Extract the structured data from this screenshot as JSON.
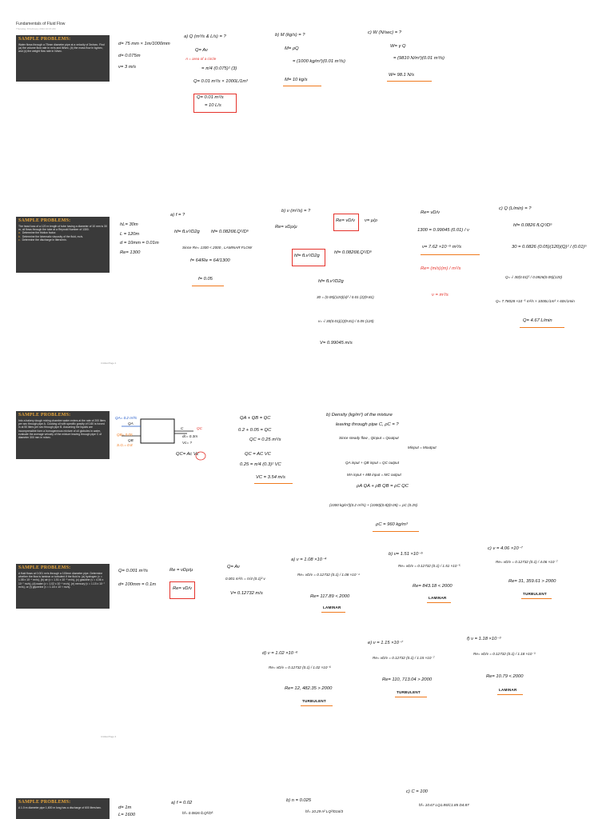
{
  "page": {
    "title": "Fundamentals of Fluid Flow",
    "subtitle": "Thursday, 8 February 2024   10:15 AM"
  },
  "problems": [
    {
      "heading": "SAMPLE PROBLEMS:",
      "text": "Water flows through a 75mm diameter pipe at a velocity of 3m/sec. Find (a) the volume flow rate in m³/s and lit/sec, (b) the mass flow in kg/sec, and (c) the weight flow rate in N/sec.",
      "items": []
    },
    {
      "heading": "SAMPLE PROBLEMS:",
      "text": "The head loss of a 120 m length of tube having a diameter of 10 mm is 30 m, oil flows through the tube at a Reynold Number of 1300.",
      "items": [
        {
          "label": "a.",
          "text": "Determine the friction factor."
        },
        {
          "label": "b.",
          "text": "Determine the kinematic viscosity of the fluid, m²/s."
        },
        {
          "label": "c.",
          "text": "Determine the discharge in liters/min."
        }
      ]
    },
    {
      "heading": "SAMPLE PROBLEMS:",
      "text": "Into a bakery dough mixing chamber water enters at the rate of 200 liters per sec through pipe A. Cooking oil with specific gravity of 0.80 is forced in at 50 liters per sec through pipe B. Assuming the liquids are incompressible form a homogeneous mixture of oil globules in water, evaluate the average velocity of the mixture leaving through pipe C of diameter 300 mm in m/sec.",
      "items": []
    },
    {
      "heading": "SAMPLE PROBLEMS:",
      "text": "A fluid flows at 0.001 m³/s through a 100mm diameter pipe. Determine whether the flow is laminar or turbulent if the fluid is: (a) hydrogen (ν = 1.08 x 10⁻⁴ m²/s), (b) air (ν = 1.51 x 10⁻⁵ m²/s), (c) gasoline (ν = 4.06 x 10⁻⁷ m²/s), (d) water (ν = 1.02 x 10⁻⁶ m²/s), (e) mercury (ν = 1.15 x 10⁻⁷ m²/s), or (f) glycerine (ν = 1.18 x 10⁻³ m²/s).",
      "items": []
    },
    {
      "heading": "SAMPLE PROBLEMS:",
      "text": "A 1.0 m diameter pipe 1,600 m long has a discharge of 600 liters/sec.",
      "items": []
    }
  ],
  "footers": [
    "Untitled Page 2",
    "Untitled Page 3"
  ],
  "work": {
    "p1": {
      "givens": [
        "d= 75 mm × 1m/1000mm",
        "d= 0.075m",
        "v= 3 m/s"
      ],
      "a": [
        "a) Q (m³/s & L/s) = ?",
        "Q= Av",
        "= π/4 (0.075)² (3)",
        "Q= 0.01 m³/s × 1000L/1m³",
        "Q= 0.01 m³/s",
        "= 10 L/s"
      ],
      "a_note": "A = area of a circle",
      "b": [
        "b) M (kg/s) = ?",
        "M= ρQ",
        "= (1000 kg/m³)(0.01 m³/s)",
        "M= 10 kg/s"
      ],
      "c": [
        "c) W (N/sec) = ?",
        "W= γ Q",
        "= (9810 N/m³)(0.01 m³/s)",
        "W= 98.1 N/s"
      ]
    },
    "p2": {
      "givens": [
        "hL= 30m",
        "L = 120m",
        "d = 10mm = 0.01m",
        "Re= 1300"
      ],
      "a": [
        "a) f = ?",
        "hf= fLv²/D2g",
        "hf= 0.0826fLQ²/D⁵",
        "Since Re= 1300 < 2000 , LAMINAR FLOW",
        "f= 64/Re = 64/1300",
        "f= 0.05"
      ],
      "b": [
        "b) ν (m²/s) = ?",
        "Re= vDρ/μ",
        "Re= vD/ν",
        "ν= μ/ρ",
        "hf= fLv²/D2g",
        "hf= 0.0826fLQ²/D⁵",
        "hf= fLv²/D2g",
        "30 = (0.05)(120)(v)² / 0.01 (2)(9.81)",
        "v= √ 30(0.01)(2)(9.81) / 0.05 (120)",
        "V= 0.99045 m/s"
      ],
      "b2": [
        "Re= vD/ν",
        "1300 = 0.99045 (0.01) / ν",
        "ν= 7.62 ×10⁻⁶ m²/s",
        "Re= (m/s)(m) / m²/s",
        "ν = m²/s"
      ],
      "c": [
        "c) Q (L/min) = ?",
        "hf= 0.0826 fLQ²/D⁵",
        "30 = 0.0826 (0.05)(120)(Q)² / (0.01)⁵",
        "Q= √ 30(0.01)⁵ / 0.0826(0.05)(120)",
        "Q= 7.78028 ×10⁻⁵ m³/s × 1000L/1m³ × 60s/1min",
        "Q= 4.67 L/min"
      ]
    },
    "p3": {
      "diagram": [
        "QA= 0.2 m³/s",
        "QB= 0.05",
        "S.G.= 0.8",
        "C",
        "QC",
        "dc= 0.3m",
        "Vc= ?",
        "QA",
        "QB",
        "QC= Ac Vc"
      ],
      "a": [
        "QA + QB = QC",
        "0.2 + 0.05 = QC",
        "QC = 0.25 m³/s",
        "QC = AC VC",
        "0.25 = π/4 (0.3)² VC",
        "VC = 3.54 m/s"
      ],
      "b": [
        "b) Density (kg/m³) of the mixture",
        "leaving through pipe C, ρC = ?",
        "Since steady flow , Qinput = Qoutput",
        "Minput = Moutput",
        "QA input + QB input = QC output",
        "MA input + MB input = MC output",
        "ρA QA + ρB QB = ρC QC",
        "(1000 kg/m³)(0.2 m³/s) + (1000)(0.8)(0.05) = ρC (0.25)",
        "ρC = 960 kg/m³"
      ]
    },
    "p4": {
      "givens": [
        "Q= 0.001 m³/s",
        "d= 100mm = 0.1m"
      ],
      "re": [
        "Re = vDρ/μ",
        "Re= vD/ν"
      ],
      "vel": [
        "Q= Av",
        "0.001 m³/s = π/4 (0.1)² v",
        "V= 0.12732 m/s"
      ],
      "cases": [
        {
          "head": "a) ν = 1.08 ×10⁻⁴",
          "eq": "Re= vD/ν = 0.12732 (0.1) / 1.08 ×10⁻⁴",
          "res": "Re= 117.89 < 2000",
          "cls": "LAMINAR"
        },
        {
          "head": "b) ν= 1.51 ×10⁻⁵",
          "eq": "Re= vD/ν = 0.12732 (0.1) / 1.51 ×10⁻⁵",
          "res": "Re= 843.18 < 2000",
          "cls": "LAMINAR"
        },
        {
          "head": "c) ν = 4.06 ×10⁻⁷",
          "eq": "Re= vD/ν = 0.12732 (0.1) / 4.06 ×10⁻⁷",
          "res": "Re= 31, 359.61 > 2000",
          "cls": "TURBULENT"
        },
        {
          "head": "d) ν = 1.02 ×10⁻⁶",
          "eq": "Re= vD/ν = 0.12732 (0.1) / 1.02 ×10⁻⁶",
          "res": "Re= 12, 482.35 > 2000",
          "cls": "TURBULENT"
        },
        {
          "head": "e) ν = 1.15 ×10⁻⁷",
          "eq": "Re= vD/ν = 0.12732 (0.1) / 1.15 ×10⁻⁷",
          "res": "Re= 110, 713.04 > 2000",
          "cls": "TURBULENT"
        },
        {
          "head": "f) ν = 1.18 ×10⁻³",
          "eq": "Re= vD/ν = 0.12732 (0.1) / 1.18 ×10⁻³",
          "res": "Re= 10.79 < 2000",
          "cls": "LAMINAR"
        }
      ]
    },
    "p5": {
      "givens": [
        "d= 1m",
        "L= 1600"
      ],
      "a": [
        "a) f = 0.02",
        "hf= 0.0826 fLQ²/D⁵"
      ],
      "b": [
        "b) n = 0.025",
        "hf= 10.29 n² LQ²/D16/3"
      ],
      "c": [
        "c) C = 100",
        "hf= 10.67 LQ1.85/C1.85 D4.87"
      ]
    }
  }
}
